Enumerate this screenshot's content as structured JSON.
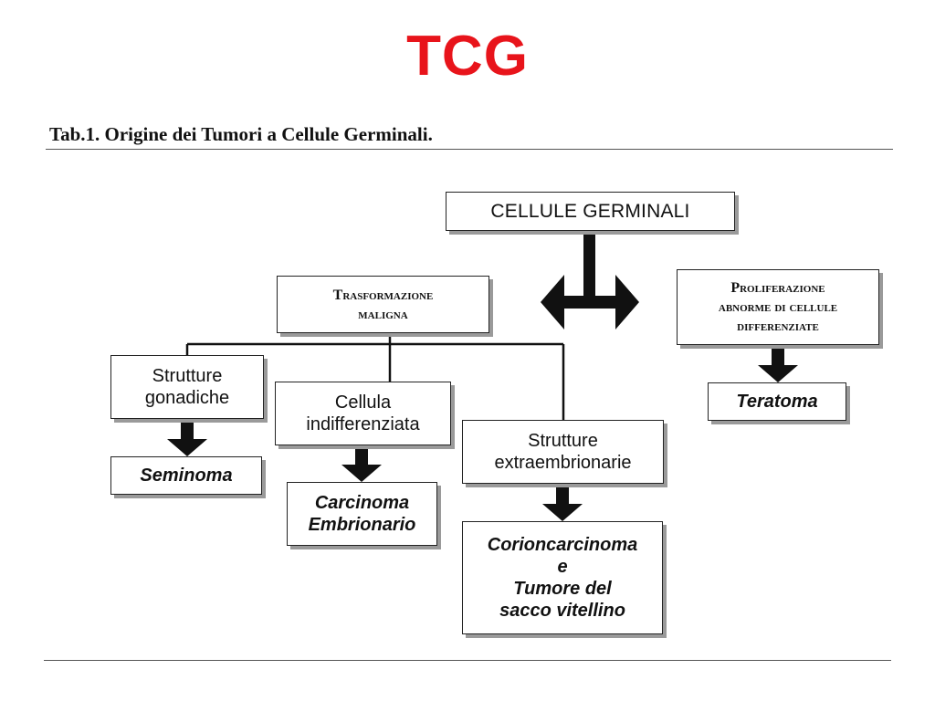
{
  "title": "TCG",
  "caption": "Tab.1. Origine dei Tumori a Cellule Germinali.",
  "colors": {
    "title": "#e8141b",
    "line": "#111111"
  },
  "nodes": {
    "root": "CELLULE GERMINALI",
    "transformation": [
      "Trasformazione",
      "maligna"
    ],
    "proliferation": [
      "Proliferazione",
      "abnorme di cellule",
      "differenziate"
    ],
    "gonadal": [
      "Strutture",
      "gonadiche"
    ],
    "undifferentiated": [
      "Cellula",
      "indifferenziata"
    ],
    "extraembryonic": [
      "Strutture",
      "extraembrionarie"
    ],
    "seminoma": "Seminoma",
    "embryonal": [
      "Carcinoma",
      "Embrionario"
    ],
    "chorio": [
      "Corioncarcinoma",
      "e",
      "Tumore del",
      "sacco vitellino"
    ],
    "teratoma": "Teratoma"
  }
}
